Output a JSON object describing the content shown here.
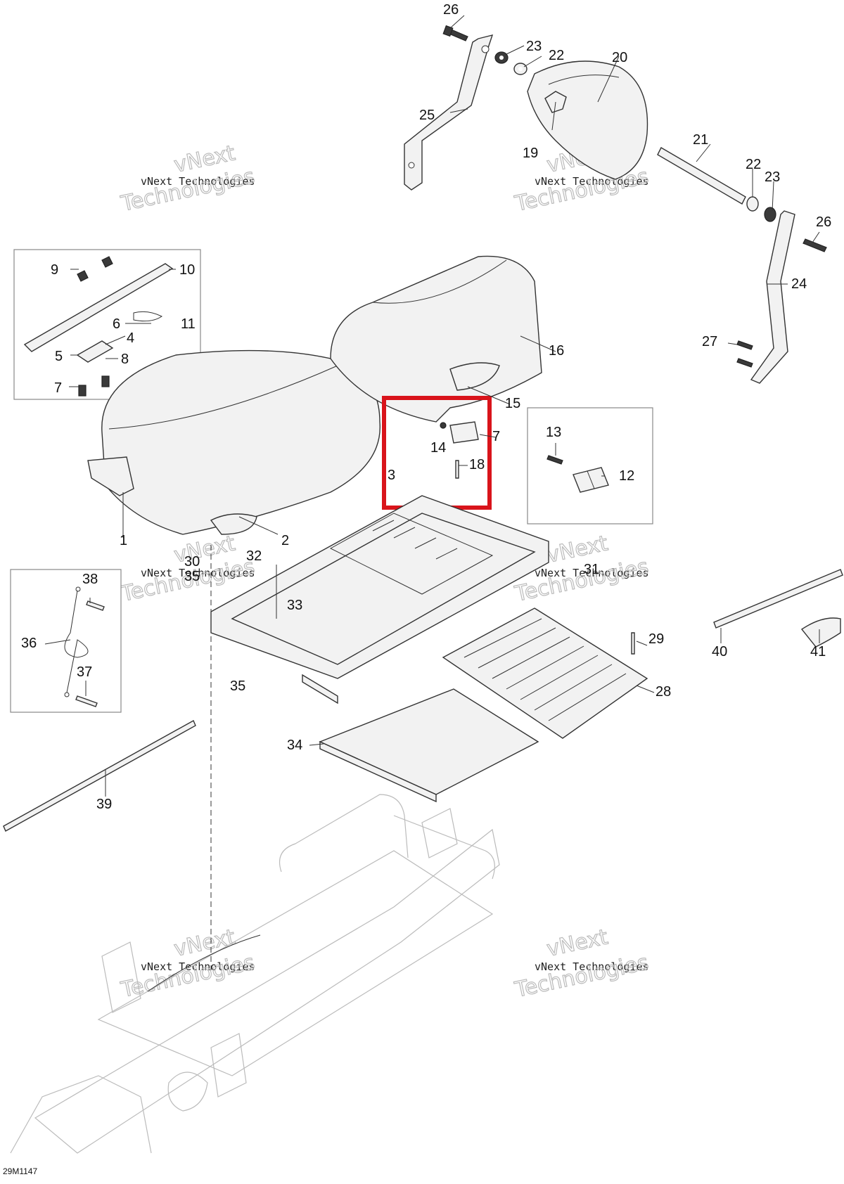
{
  "diagram": {
    "drawing_code": "29M1147",
    "highlight_color": "#d9141b",
    "watermark": {
      "line1": "vNext",
      "line2": "vNext Technologies",
      "line3": "Technologies"
    },
    "callouts": {
      "c1": "1",
      "c2": "2",
      "c3": "3",
      "c4": "4",
      "c5": "5",
      "c6": "6",
      "c7a": "7",
      "c7b": "7",
      "c8": "8",
      "c9": "9",
      "c10": "10",
      "c11": "11",
      "c12": "12",
      "c13": "13",
      "c14": "14",
      "c15": "15",
      "c16": "16",
      "c18": "18",
      "c19": "19",
      "c20": "20",
      "c21": "21",
      "c22a": "22",
      "c22b": "22",
      "c23a": "23",
      "c23b": "23",
      "c24": "24",
      "c25": "25",
      "c26a": "26",
      "c26b": "26",
      "c27": "27",
      "c28": "28",
      "c29": "29",
      "c30": "30",
      "c31": "31",
      "c32": "32",
      "c33": "33",
      "c34": "34",
      "c35a": "35",
      "c35b": "35",
      "c36": "36",
      "c37": "37",
      "c38": "38",
      "c39": "39",
      "c40": "40",
      "c41": "41"
    }
  }
}
